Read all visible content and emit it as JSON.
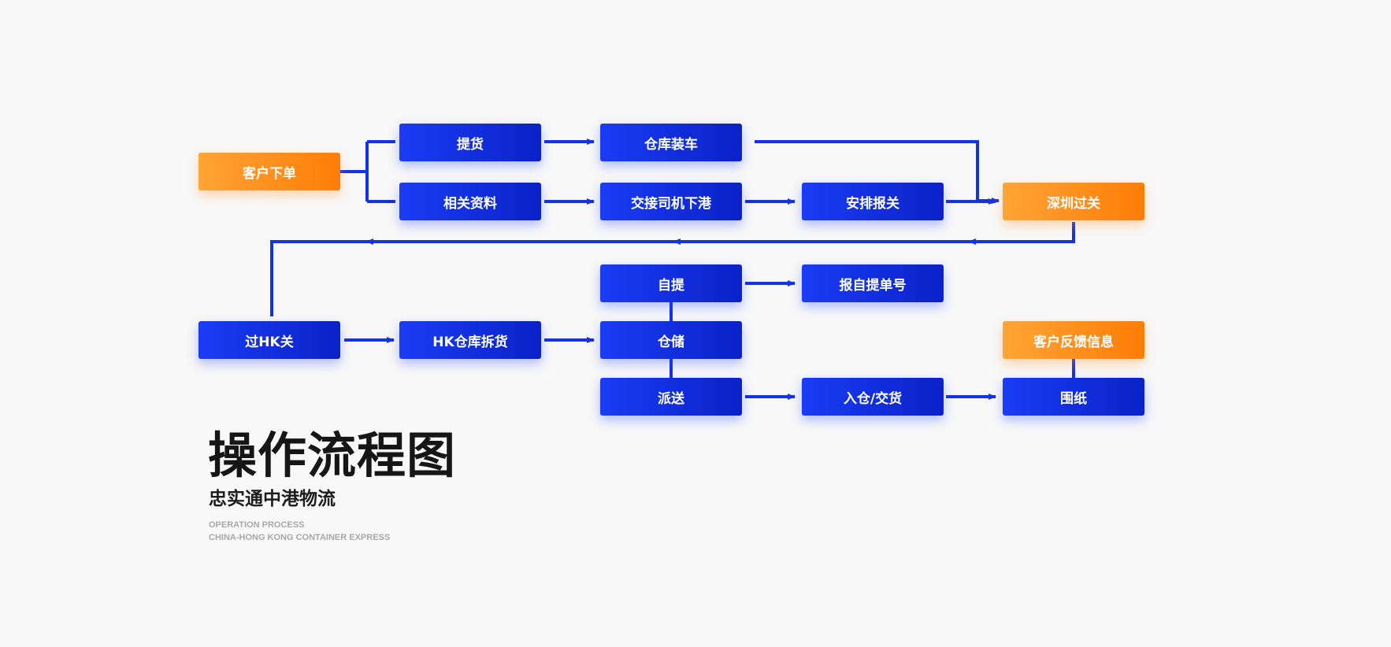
{
  "diagram": {
    "title": "操作流程图",
    "subtitle": "忠实通中港物流",
    "english_line1": "OPERATION PROCESS",
    "english_line2": "CHINA-HONG KONG CONTAINER EXPRESS",
    "colors": {
      "blue": "#1530e8",
      "orange": "#ff8a1a",
      "connector": "#1433e6"
    },
    "nodes": {
      "customer_order": "客户下单",
      "pickup": "提货",
      "documents": "相关资料",
      "warehouse_loading": "仓库装车",
      "driver_handover": "交接司机下港",
      "arrange_declaration": "安排报关",
      "shenzhen_clearance": "深圳过关",
      "hk_clearance": "过HK关",
      "hk_unpacking": "HK仓库拆货",
      "self_pickup": "自提",
      "self_pickup_number": "报自提单号",
      "storage": "仓储",
      "delivery": "派送",
      "warehouse_handover": "入仓/交货",
      "customer_feedback": "客户反馈信息",
      "sign_off": "围纸"
    }
  }
}
